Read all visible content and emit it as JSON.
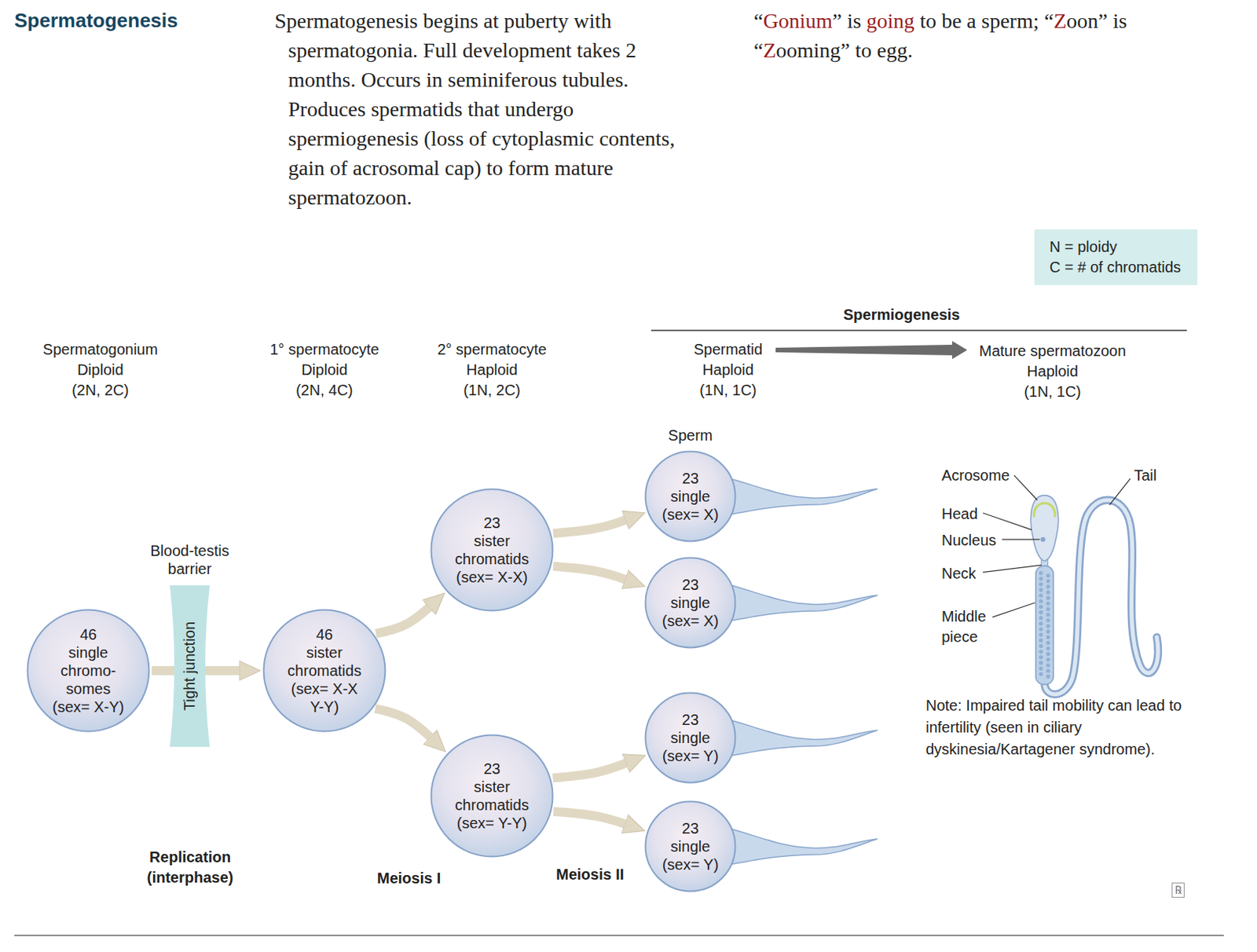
{
  "diagram": {
    "title": "Spermatogenesis",
    "nodes": [
      {
        "text": [
          "N = ploidy",
          "C = # of chromatids"
        ]
      },
      {
        "text": [
          "46 single chromo- somes (sex= X-Y)"
        ]
      },
      {
        "text": [
          "Blood-testis barrier",
          "Tight junction"
        ]
      },
      {
        "text": [
          "46 sister chromatids",
          "(sex= X-X Y-Y)"
        ]
      },
      {
        "text": [
          "23 sister chromatids (sex= X-X)"
        ]
      },
      {
        "text": [
          "23 sister chromatids (sex= Y-Y)"
        ]
      },
      {
        "text": [
          "Sperm",
          "23 single (sex= X)"
        ]
      },
      {
        "text": [
          "23 single (sex= X)"
        ]
      },
      {
        "text": [
          "23 single (sex= Y)"
        ]
      },
      {
        "text": [
          "23 single (sex= Y)"
        ]
      }
    ],
    "edges": [
      {
        "from": 1,
        "to": 3,
        "arrow": "to"
      },
      {
        "from": 3,
        "to": 4,
        "arrow": "to"
      },
      {
        "from": 3,
        "to": 5,
        "arrow": "to"
      },
      {
        "from": 4,
        "to": 6,
        "arrow": "to"
      },
      {
        "from": 4,
        "to": 7,
        "arrow": "to"
      },
      {
        "from": 5,
        "to": 8,
        "arrow": "to"
      },
      {
        "from": 5,
        "to": 9,
        "arrow": "to"
      }
    ],
    "labels": [
      "Spermatogenesis begins at puberty with spermatogonia. Full development takes 2 months. Occurs in seminiferous tubules. Produces spermatids that undergo spermiogenesis (loss of cytoplasmic contents, gain of acrosomal cap) to form mature spermatozoon.",
      "“Gonium” is going to be a sperm; “Zoon” is “Zooming” to egg.",
      "Spermatogonium Diploid (2N, 2C)",
      "1° spermatocyte Diploid (2N, 4C)",
      "2° spermatocyte Haploid (1N, 2C)",
      "Spermiogenesis",
      "Spermatid Haploid (1N, 1C)",
      "Mature spermatozoon Haploid (1N, 1C)",
      "Acrosome",
      "Tail",
      "Head",
      "Nucleus",
      "Neck",
      "Middle piece",
      "Note: Impaired tail mobility can lead to infertility (seen in ciliary dyskinesia/Kartagener syndrome).",
      "Replication (interphase)",
      "Meiosis I",
      "Meiosis II",
      "℞"
    ]
  }
}
